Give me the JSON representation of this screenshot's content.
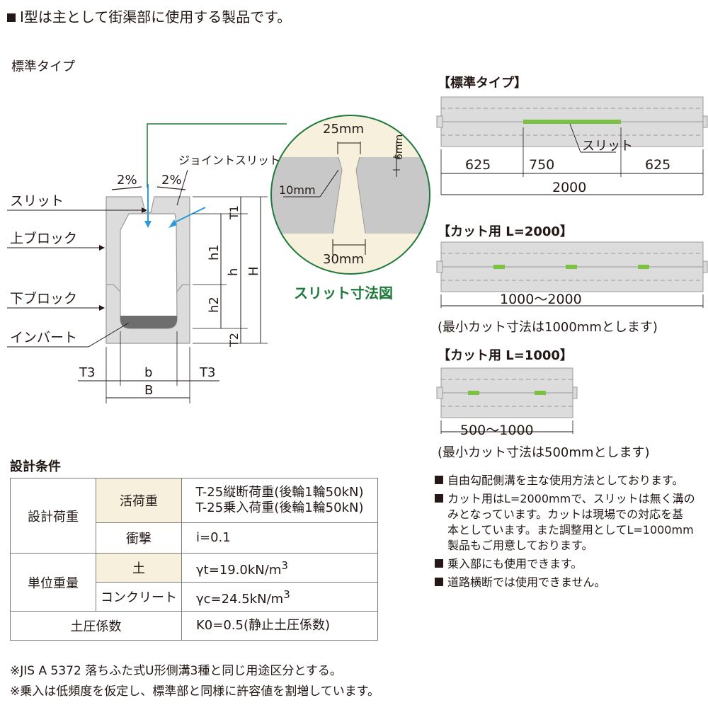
{
  "header": {
    "title": "I型は主として街渠部に使用する製品です。"
  },
  "section_label": "標準タイプ",
  "cross_section": {
    "labels": {
      "slit": "スリット",
      "upper_block": "上ブロック",
      "lower_block": "下ブロック",
      "invert": "インバート",
      "joint_slit": "ジョイントスリット",
      "slope_left": "2%",
      "slope_right": "2%",
      "T1": "T1",
      "h1": "h1",
      "h": "h",
      "H": "H",
      "h2": "h2",
      "T2": "T2",
      "T3_left": "T3",
      "b": "b",
      "T3_right": "T3",
      "B": "B"
    }
  },
  "slit_detail": {
    "top_width": "25mm",
    "depth": "6mm",
    "side": "10mm",
    "bottom_width": "30mm",
    "caption": "スリット寸法図"
  },
  "plans": {
    "standard": {
      "title": "【標準タイプ】",
      "slit_label": "スリット",
      "dims": [
        "625",
        "750",
        "625"
      ],
      "total": "2000"
    },
    "cut2000": {
      "title": "【カット用 L=2000】",
      "range": "1000～2000",
      "note": "(最小カット寸法は1000mmとします)"
    },
    "cut1000": {
      "title": "【カット用 L=1000】",
      "range": "500～1000",
      "note": "(最小カット寸法は500mmとします)"
    }
  },
  "notes_right": [
    "自由勾配側溝を主な使用方法としております。",
    "カット用はL=2000mmで、スリットは無く溝の",
    "みとなっています。カットは現場での対応を基",
    "本としています。また調整用としてL=1000mm",
    "製品もご用意しております。",
    "乗入部にも使用できます。",
    "道路横断では使用できません。"
  ],
  "design": {
    "title": "設計条件",
    "rows": {
      "design_load": "設計荷重",
      "live_load": "活荷重",
      "live_load_v1": "T-25縦断荷重(後輪1輪50kN)",
      "live_load_v2": "T-25乗入荷重(後輪1輪50kN)",
      "impact": "衝撃",
      "impact_v": "i=0.1",
      "unit_weight": "単位重量",
      "soil": "土",
      "soil_v": "γt=19.0kN/m",
      "soil_exp": "3",
      "concrete": "コンクリート",
      "concrete_v": "γc=24.5kN/m",
      "concrete_exp": "3",
      "earth_pressure": "土圧係数",
      "earth_pressure_v": "K0=0.5(静止土圧係数)"
    }
  },
  "footnotes": [
    "※JIS A 5372 落ちふた式U形側溝3種と同じ用途区分とする。",
    "※乗入は低頻度を仮定し、標準部と同様に許容値を割増しています。"
  ],
  "colors": {
    "green_slit": "#7cc242",
    "green_text": "#1d7a3a",
    "concrete": "#dcdcdc",
    "table_sub_bg": "#f6f0dd",
    "arrow_blue": "#2f9bd6"
  }
}
